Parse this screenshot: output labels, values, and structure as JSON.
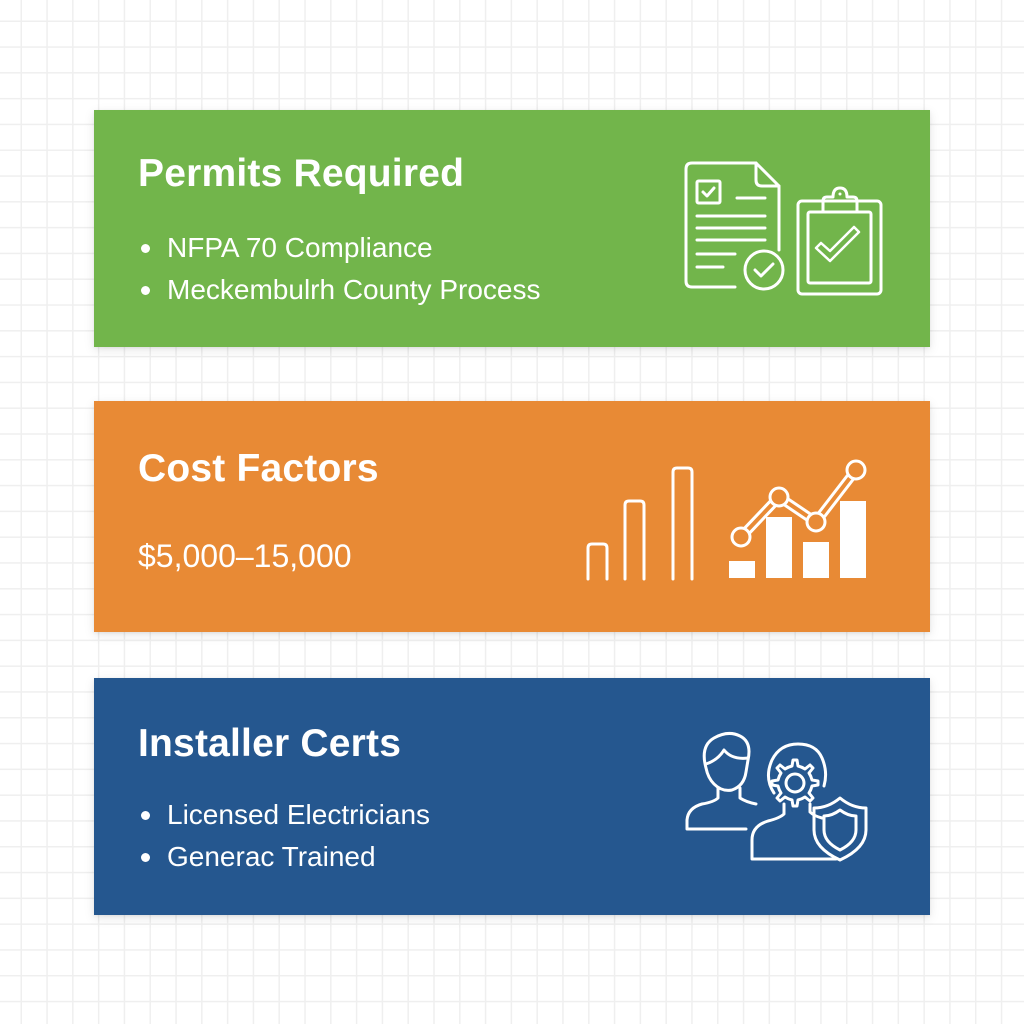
{
  "colors": {
    "background": "#ffffff",
    "grid": "#efefef",
    "permits_card": "#72b54b",
    "cost_card": "#e88a35",
    "certs_card": "#25578f",
    "text": "#ffffff"
  },
  "cards": [
    {
      "id": "permits",
      "title": "Permits Required",
      "bullets": [
        "NFPA 70 Compliance",
        "Meckembulrh County Process"
      ],
      "icons": [
        "document-checklist-icon",
        "clipboard-check-icon"
      ]
    },
    {
      "id": "cost",
      "title": "Cost Factors",
      "value": "$5,000–15,000",
      "icons": [
        "bar-chart-outline-icon",
        "bar-line-chart-icon"
      ]
    },
    {
      "id": "certs",
      "title": "Installer Certs",
      "bullets": [
        "Licensed Electricians",
        "Generac Trained"
      ],
      "icons": [
        "person-icon",
        "technician-gear-shield-icon"
      ]
    }
  ]
}
